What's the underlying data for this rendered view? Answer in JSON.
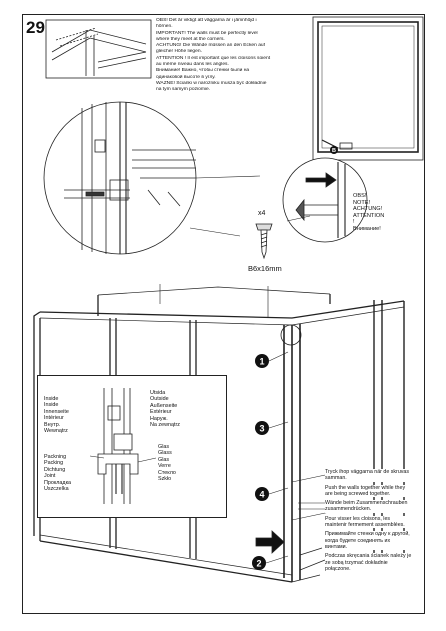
{
  "step_number": "29",
  "warning_lines": [
    "OBS! Det är viktigt att väggarna är i jämnhöjd i",
    "hörnen.",
    "IMPORTANT! The walls must be perfectly level",
    "where they meet at the corners.",
    "ACHTUNG! Die Wände müssen an den Ecken auf",
    "gleicher Höhe liegen.",
    "ATTENTION ! Il est important que les cloisons soient",
    "au même niveau dans les angles.",
    "Внимание! Важно, чтобы стенки были на",
    "одинаковой высоте в углу.",
    "WAŻNE! Ścianki w narożniku musza być dokładnie",
    "na tym samym poziomie."
  ],
  "side_note_lines": [
    "OBS!",
    "NOTE!",
    "ACHTUNG!",
    "ATTENTION",
    "!",
    "Внимание!"
  ],
  "screw": {
    "count": "x4",
    "code": "B6x16mm"
  },
  "top_view_marker": "B",
  "callouts": [
    "1",
    "3",
    "4",
    "2"
  ],
  "inset": {
    "inside_lines": [
      "Inside",
      "Inside",
      "Innenseite",
      "Intérieur",
      "Внутр.",
      "Wewnątrz"
    ],
    "outside_lines": [
      "Utsida",
      "Outside",
      "Außenseite",
      "Extérieur",
      "Наруж.",
      "Na zewnątrz"
    ],
    "packing_lines": [
      "Packning",
      "Packing",
      "Dichtung",
      "Joint",
      "Прокладка",
      "Uszczelka"
    ],
    "glass_lines": [
      "Glas",
      "Glass",
      "Glas",
      "Verre",
      "Стекло",
      "Szkło"
    ]
  },
  "bottom_paragraphs": [
    [
      "Tryck ihop väggarna när de skruvas",
      "samman."
    ],
    [
      "Push the walls together while they",
      "are being screwed together."
    ],
    [
      "Wände beim Zusammenschrauben",
      "zusammendrücken."
    ],
    [
      "Pour visser les cloisons, les",
      "maintenir fermement assemblées."
    ],
    [
      "Прижимайте стенки одну к другой,",
      "когда будете соединять их",
      "винтами."
    ],
    [
      "Podczas skręcania ścianek należy je",
      "ze sobą trzymać dokładnie",
      "połączone."
    ]
  ]
}
